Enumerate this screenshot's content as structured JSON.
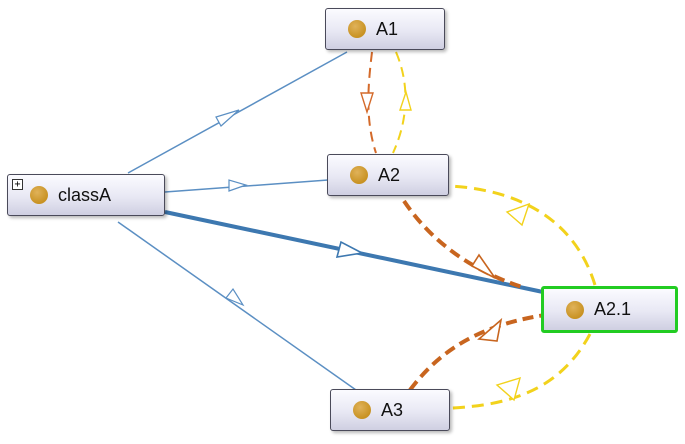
{
  "nodes": {
    "classA": {
      "label": "classA",
      "expand_symbol": "+"
    },
    "A1": {
      "label": "A1"
    },
    "A2": {
      "label": "A2"
    },
    "A21": {
      "label": "A2.1",
      "selected": true
    },
    "A3": {
      "label": "A3"
    }
  },
  "edges": [
    {
      "from": "classA",
      "to": "A1",
      "kind": "subclass",
      "color": "#5b8fc3"
    },
    {
      "from": "classA",
      "to": "A2",
      "kind": "subclass",
      "color": "#5b8fc3"
    },
    {
      "from": "classA",
      "to": "A21",
      "kind": "subclass-emphasized",
      "color": "#3d78b0"
    },
    {
      "from": "classA",
      "to": "A3",
      "kind": "subclass",
      "color": "#5b8fc3"
    },
    {
      "from": "A1",
      "to": "A2",
      "kind": "dashed-orange",
      "color": "#d46a2a"
    },
    {
      "from": "A2",
      "to": "A1",
      "kind": "dashed-yellow",
      "color": "#f2d21c"
    },
    {
      "from": "A2",
      "to": "A21",
      "kind": "dashed-orange",
      "color": "#c8651f"
    },
    {
      "from": "A21",
      "to": "A2",
      "kind": "dashed-yellow",
      "color": "#f2d21c"
    },
    {
      "from": "A3",
      "to": "A21",
      "kind": "dashed-orange",
      "color": "#c8651f"
    },
    {
      "from": "A21",
      "to": "A3",
      "kind": "dashed-yellow",
      "color": "#f2d21c"
    }
  ],
  "colors": {
    "node_border": "#4a4a5a",
    "selected_border": "#22cc22",
    "individual_dot": "#c89222"
  }
}
